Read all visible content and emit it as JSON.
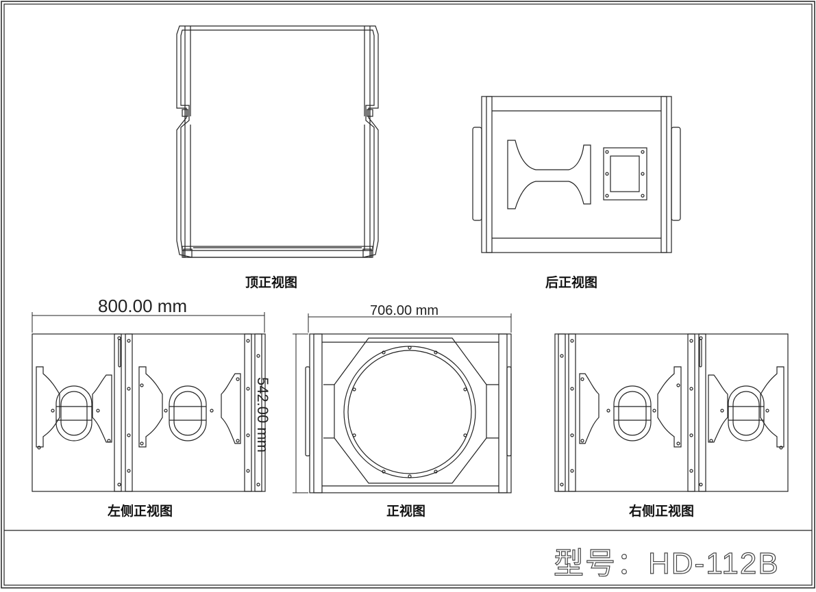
{
  "views": {
    "top": "顶正视图",
    "back": "后正视图",
    "left": "左侧正视图",
    "front": "正视图",
    "right": "右侧正视图"
  },
  "dimensions": {
    "width_side": "800.00 mm",
    "width_front": "706.00 mm",
    "height_front": "542.00 mm"
  },
  "title_block": {
    "model": "型号：HD-112B"
  }
}
